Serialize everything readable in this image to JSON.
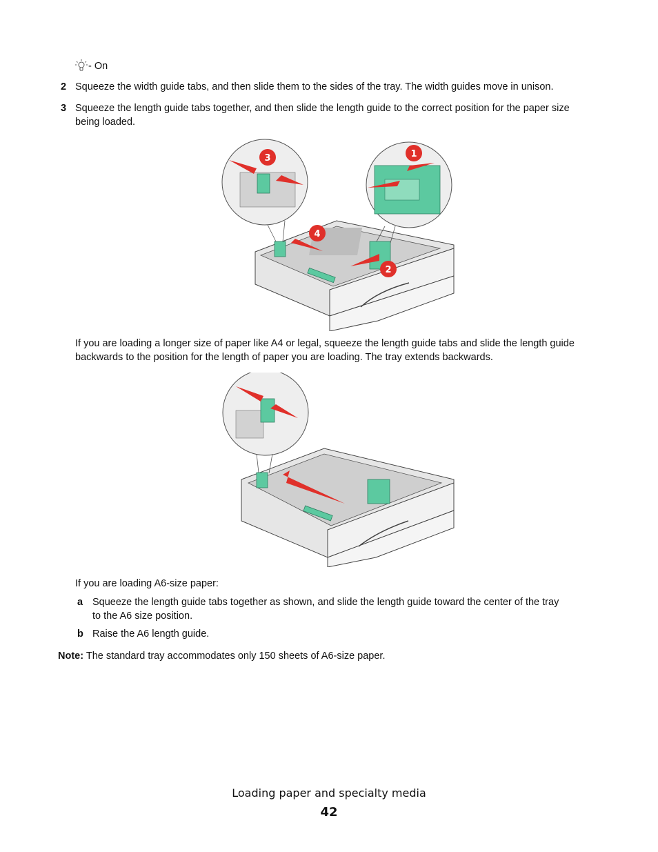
{
  "indicator": {
    "icon": "light-bulb-icon",
    "label": "- On"
  },
  "steps": [
    {
      "number": "2",
      "text": "Squeeze the width guide tabs, and then slide them to the sides of the tray. The width guides move in unison."
    },
    {
      "number": "3",
      "line1": "Squeeze the length guide tabs together, and then slide the length guide to the correct position for the paper size",
      "line2": "being loaded."
    }
  ],
  "figure1": {
    "callouts": [
      "3",
      "1",
      "4",
      "2"
    ]
  },
  "longer_paper": {
    "line1": "If you are loading a longer size of paper like A4 or legal, squeeze the length guide tabs and slide the length guide",
    "line2": "backwards to the position for the length of paper you are loading. The tray extends backwards."
  },
  "a6_intro": "If you are loading A6-size paper:",
  "substeps": [
    {
      "letter": "a",
      "line1": "Squeeze the length guide tabs together as shown, and slide the length guide toward the center of the tray",
      "line2": "to the A6 size position."
    },
    {
      "letter": "b",
      "text": "Raise the A6 length guide."
    }
  ],
  "note": {
    "label": "Note:",
    "text": "The standard tray accommodates only 150 sheets of A6-size paper."
  },
  "footer": {
    "title": "Loading paper and specialty media",
    "page": "42"
  },
  "colors": {
    "guide_green": "#5cc9a0",
    "arrow_red": "#e0302a",
    "tray_gray": "#d9d9d9"
  }
}
